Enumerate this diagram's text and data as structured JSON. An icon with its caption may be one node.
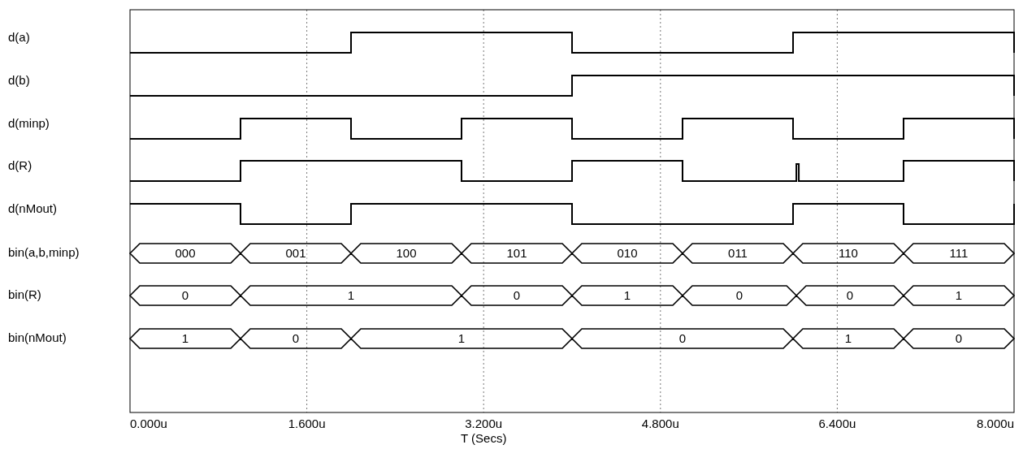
{
  "diagram": {
    "labels": [
      "d(a)",
      "d(b)",
      "d(minp)",
      "d(R)",
      "d(nMout)",
      "bin(a,b,minp)",
      "000",
      "001",
      "100",
      "101",
      "010",
      "011",
      "110",
      "111",
      "bin(R)",
      "0",
      "1",
      "0",
      "1",
      "0",
      "0",
      "1",
      "bin(nMout)",
      "1",
      "0",
      "1",
      "0",
      "1",
      "0",
      "0.000u",
      "1.600u",
      "3.200u",
      "4.800u",
      "6.400u",
      "8.000u",
      "T (Secs)"
    ]
  }
}
